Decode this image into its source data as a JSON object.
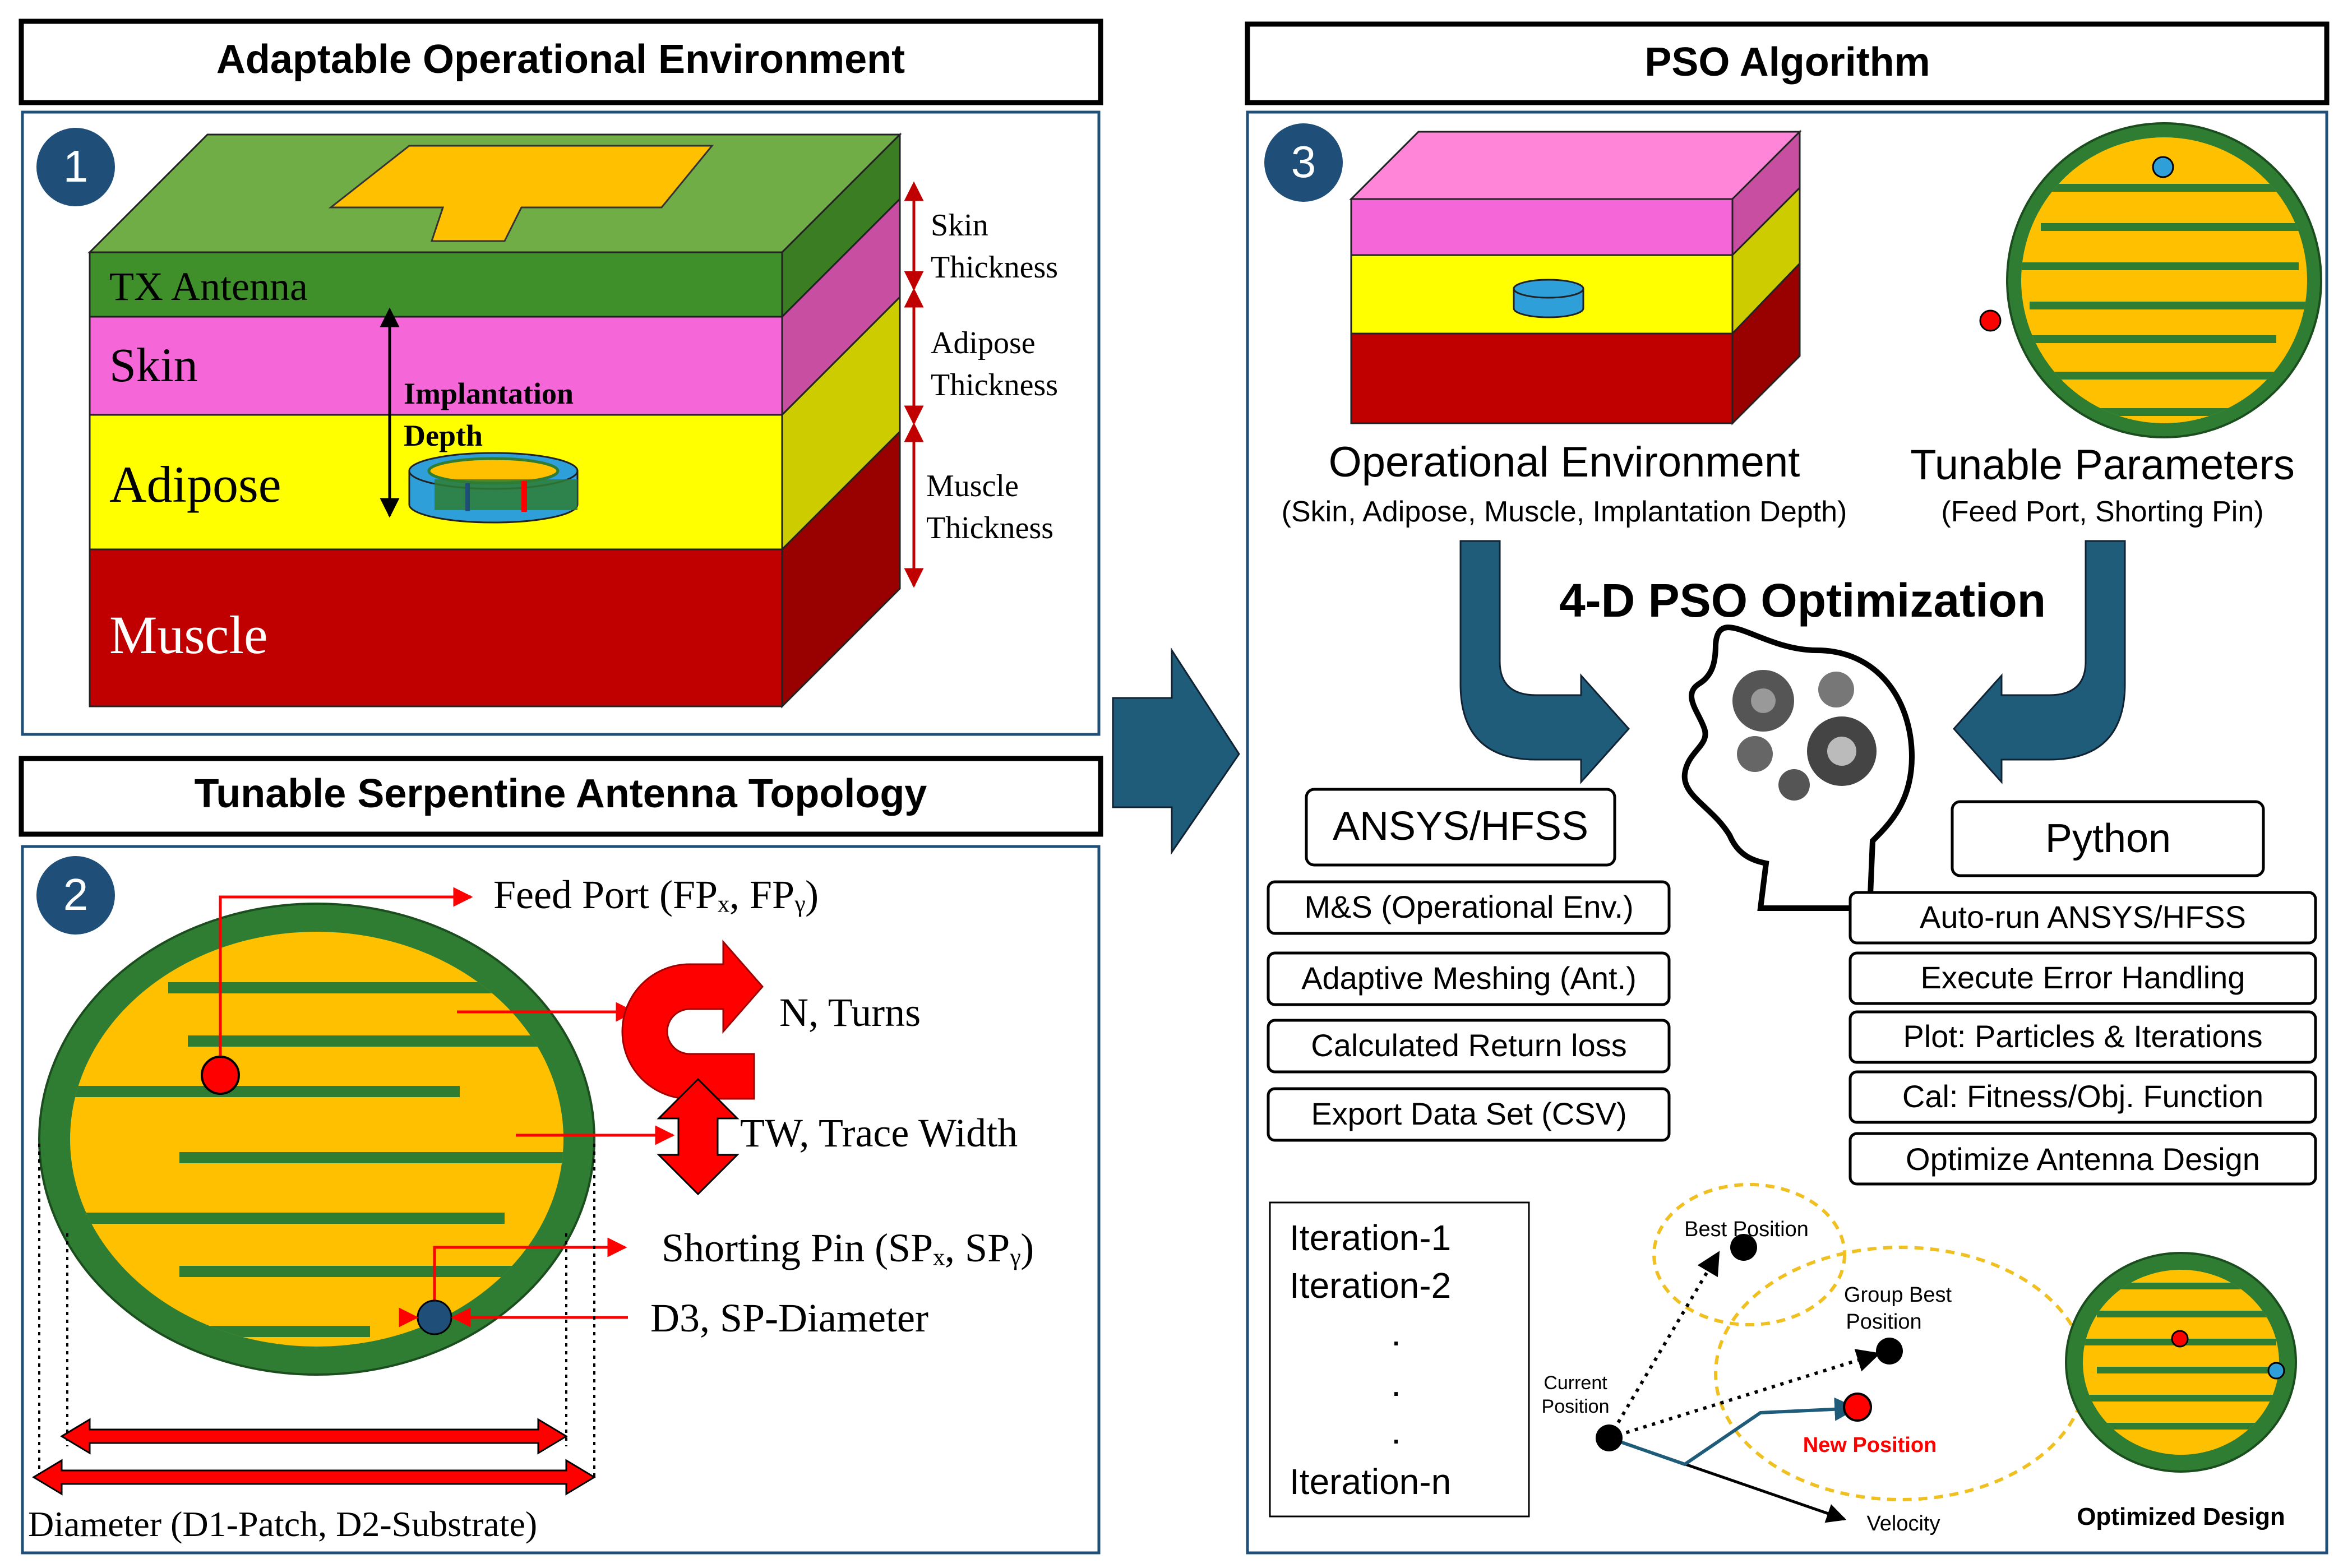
{
  "colors": {
    "green": "#70ad47",
    "green_dark": "#2e7d32",
    "pink": "#f566d8",
    "yellow": "#ffff00",
    "red_dark": "#c00000",
    "gold": "#ffc000",
    "navy": "#1f4e79",
    "teal_arrow": "#1f5c7a",
    "cyan": "#2e9fd8",
    "red": "#ff0000"
  },
  "panel1": {
    "title": "Adaptable Operational Environment",
    "badge": "1",
    "layer_tx": "TX Antenna",
    "layer_skin": "Skin",
    "layer_adipose": "Adipose",
    "layer_muscle": "Muscle",
    "implant_label_1": "Implantation",
    "implant_label_2": "Depth",
    "skin_thickness_1": "Skin",
    "skin_thickness_2": "Thickness",
    "adipose_thickness_1": "Adipose",
    "adipose_thickness_2": "Thickness",
    "muscle_thickness_1": "Muscle",
    "muscle_thickness_2": "Thickness"
  },
  "panel2": {
    "title": "Tunable Serpentine Antenna Topology",
    "badge": "2",
    "feed_port": "Feed Port (FPₓ, FPᵧ)",
    "turns": "N, Turns",
    "trace_width": "TW, Trace Width",
    "shorting_pin": "Shorting Pin (SPₓ, SPᵧ)",
    "sp_diameter": "D3, SP-Diameter",
    "diameter": "Diameter (D1-Patch, D2-Substrate)"
  },
  "panel3": {
    "title": "PSO Algorithm",
    "badge": "3",
    "op_env_title": "Operational Environment",
    "op_env_sub": "(Skin, Adipose, Muscle, Implantation Depth)",
    "tunable_title": "Tunable Parameters",
    "tunable_sub": "(Feed Port, Shorting Pin)",
    "center_title": "4-D PSO Optimization",
    "ansys_header": "ANSYS/HFSS",
    "ansys_items": [
      "M&S (Operational Env.)",
      "Adaptive Meshing (Ant.)",
      "Calculated Return loss",
      "Export Data Set (CSV)"
    ],
    "python_header": "Python",
    "python_items": [
      "Auto-run ANSYS/HFSS",
      "Execute Error Handling",
      "Plot: Particles & Iterations",
      "Cal: Fitness/Obj. Function",
      "Optimize Antenna Design"
    ],
    "iterations": [
      "Iteration-1",
      "Iteration-2",
      ".",
      ".",
      ".",
      "Iteration-n"
    ],
    "best_position": "Best Position",
    "group_best_1": "Group Best",
    "group_best_2": "Position",
    "current_1": "Current",
    "current_2": "Position",
    "new_position": "New Position",
    "velocity": "Velocity",
    "optimized": "Optimized Design"
  }
}
